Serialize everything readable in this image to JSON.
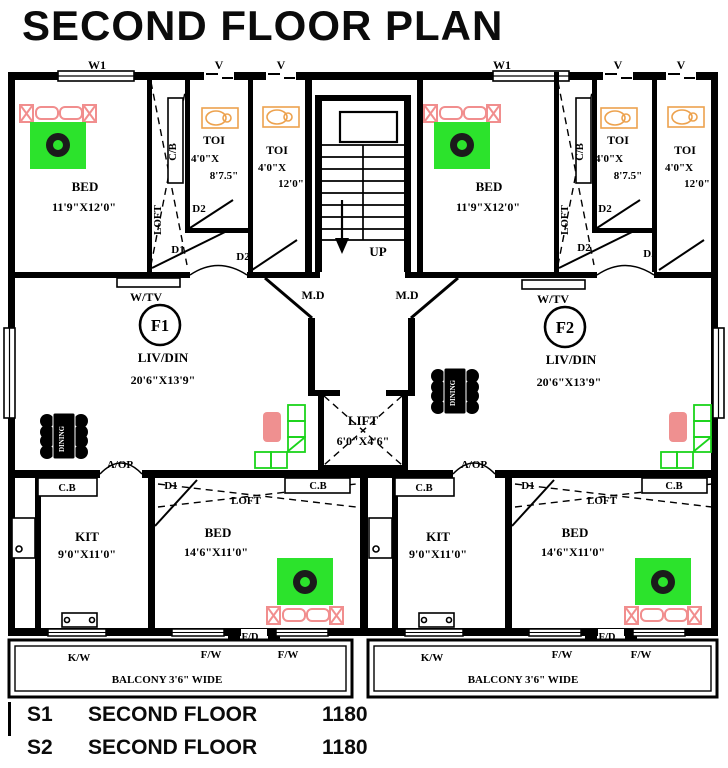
{
  "title": "SECOND FLOOR PLAN",
  "colors": {
    "wall": "#000000",
    "bed_green": "#2ce32c",
    "pink": "#f18e8e",
    "orange": "#eda24e",
    "sofa_green": "#1bd41b",
    "rug": "#ef9090"
  },
  "labels": {
    "w1": "W1",
    "v": "V",
    "up": "UP",
    "main_door": "M.D",
    "wall_tv": "W/TV",
    "loft": "LOFT",
    "cupboard_slash": "C/B",
    "cupboard": "C.B",
    "door_d1": "D1",
    "door_d2": "D2",
    "arch_opening": "A/OP",
    "kitchen_window": "K/W",
    "french_window": "F/W",
    "french_door": "F/D",
    "dining": "DINING",
    "balcony": "BALCONY 3'6\" WIDE"
  },
  "core": {
    "lift_name": "LIFT",
    "lift_dims": "6'0\"X4'6\""
  },
  "units": {
    "f1": {
      "flat_no": "F1",
      "bed": {
        "name": "BED",
        "dims": "11'9\"X12'0\""
      },
      "toi_small": {
        "name": "TOI",
        "dims1": "4'0\"X",
        "dims2": "8'7.5\""
      },
      "toi_long": {
        "name": "TOI",
        "dims1": "4'0\"X",
        "dims2": "12'0\""
      },
      "livdin": {
        "name": "LIV/DIN",
        "dims": "20'6\"X13'9\""
      },
      "kit": {
        "name": "KIT",
        "dims": "9'0\"X11'0\""
      },
      "bed2": {
        "name": "BED",
        "dims": "14'6\"X11'0\""
      }
    },
    "f2": {
      "flat_no": "F2",
      "bed": {
        "name": "BED",
        "dims": "11'9\"X12'0\""
      },
      "toi_small": {
        "name": "TOI",
        "dims1": "4'0\"X",
        "dims2": "8'7.5\""
      },
      "toi_long": {
        "name": "TOI",
        "dims1": "4'0\"X",
        "dims2": "12'0\""
      },
      "livdin": {
        "name": "LIV/DIN",
        "dims": "20'6\"X13'9\""
      },
      "kit": {
        "name": "KIT",
        "dims": "9'0\"X11'0\""
      },
      "bed2": {
        "name": "BED",
        "dims": "14'6\"X11'0\""
      }
    }
  },
  "schedule": {
    "rows": [
      {
        "code": "S1",
        "name": "SECOND FLOOR",
        "area": "1180"
      },
      {
        "code": "S2",
        "name": "SECOND FLOOR",
        "area": "1180"
      }
    ]
  }
}
